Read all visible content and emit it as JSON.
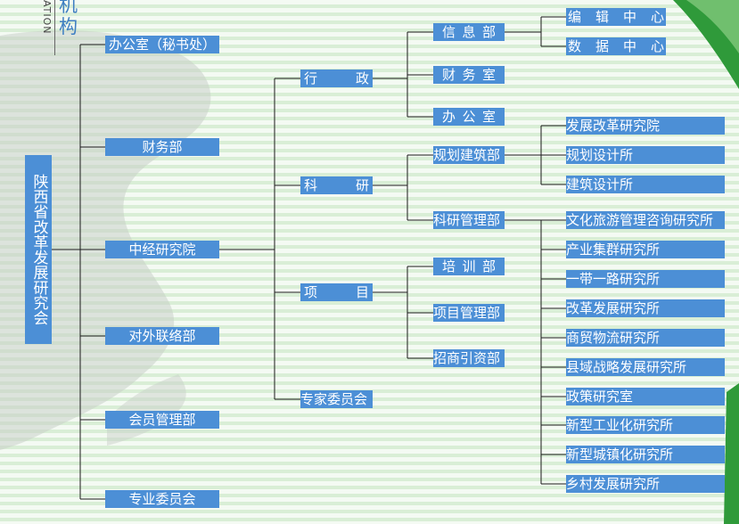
{
  "header": {
    "title": "机构",
    "subtitle": "ATION"
  },
  "root": {
    "label": "陕西省改革发展研究会"
  },
  "level1": [
    "办公室（秘书处）",
    "财务部",
    "中经研究院",
    "对外联络部",
    "会员管理部",
    "专业委员会"
  ],
  "level2": {
    "admin": [
      "行",
      "政"
    ],
    "research": [
      "科",
      "研"
    ],
    "project": [
      "项",
      "目"
    ],
    "experts": "专家委员会"
  },
  "level3": {
    "info": [
      "信",
      "息",
      "部"
    ],
    "finance": [
      "财",
      "务",
      "室"
    ],
    "office": [
      "办",
      "公",
      "室"
    ],
    "planning": "规划建筑部",
    "research_mgmt": "科研管理部",
    "training": [
      "培",
      "训",
      "部"
    ],
    "project_mgmt": "项目管理部",
    "investment": "招商引资部"
  },
  "level4": {
    "info_children": [
      [
        "编",
        "辑",
        "中",
        "心"
      ],
      [
        "数",
        "据",
        "中",
        "心"
      ]
    ],
    "planning_children": [
      "发展改革研究院",
      "规划设计所",
      "建筑设计所"
    ],
    "research_children": [
      "文化旅游管理咨询研究所",
      "产业集群研究所",
      "一带一路研究所",
      "改革发展研究所",
      "商贸物流研究所",
      "县域战略发展研究所",
      "政策研究室",
      "新型工业化研究所",
      "新型城镇化研究所",
      "乡村发展研究所"
    ]
  },
  "colors": {
    "box": "#4c8fd6",
    "accent_green": "#2f9a3a",
    "stripe_light": "#f4faf3",
    "stripe_dark": "#d9eed6"
  }
}
